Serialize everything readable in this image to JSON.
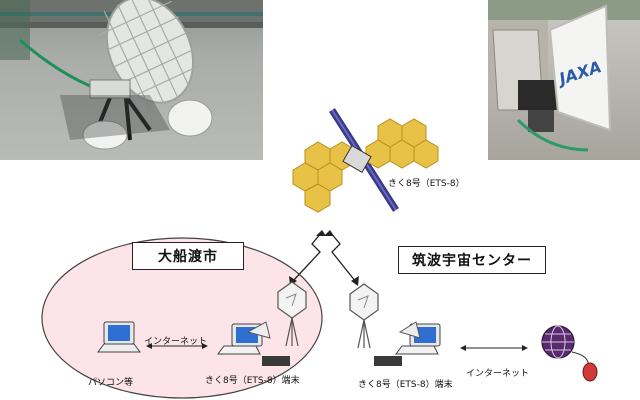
{
  "satellite": {
    "name": "きく8号（ETS-8）"
  },
  "ofunato": {
    "title": "大船渡市",
    "pc_label": "パソコン等",
    "internet_label": "インターネット",
    "terminal_label": "きく8号（ETS-8）端末"
  },
  "tsukuba": {
    "title": "筑波宇宙センター",
    "terminal_label": "きく8号（ETS-8）端末",
    "internet_label": "インターネット"
  },
  "photo_right": {
    "logo_text": "JAXA"
  },
  "colors": {
    "region_fill": "#fde4e8",
    "solar_panel": "#e8c247",
    "satellite_bus": "#3a3a8a",
    "arrow": "#222222",
    "web_globe": "#5a2a6e",
    "mouse": "#d23a3a"
  }
}
